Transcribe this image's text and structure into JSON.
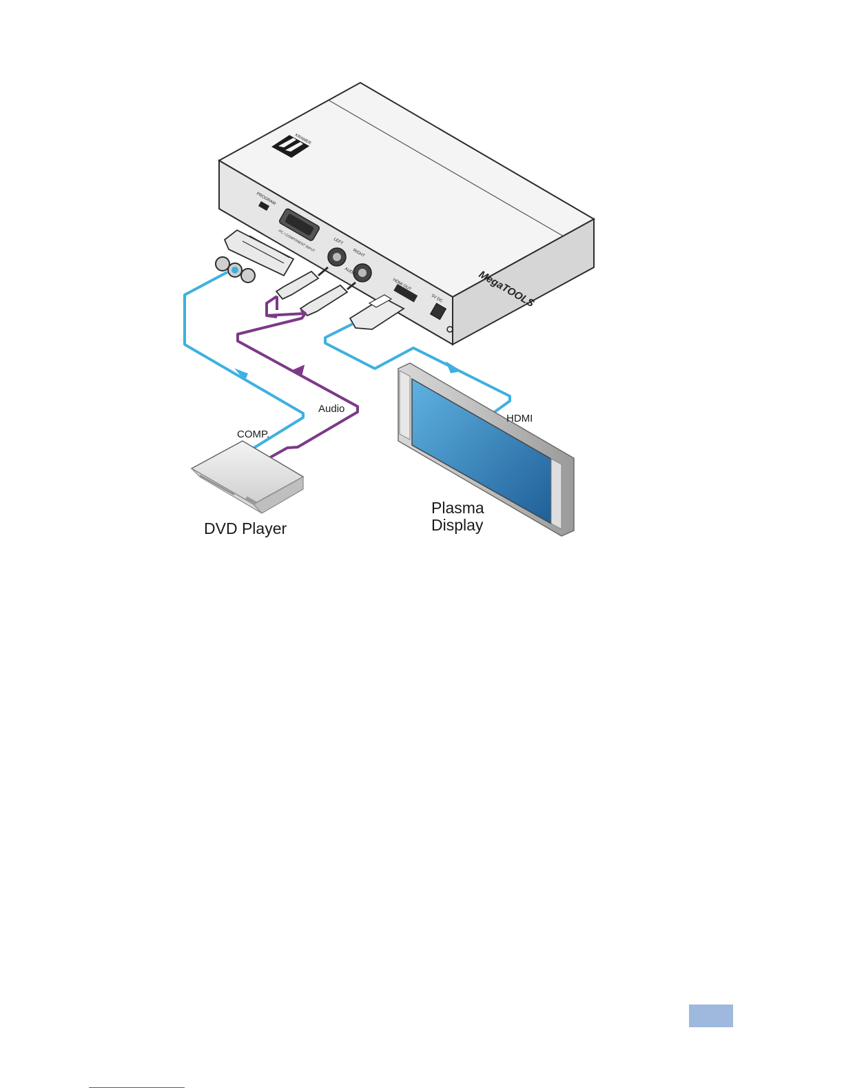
{
  "device": {
    "brand_logo": "KRAMER",
    "product_series": "MegaTOOLS",
    "ports": {
      "program": "PROGRAM",
      "vga_input": "PC / COMPONENT INPUT",
      "audio_left": "LEFT",
      "audio_right": "RIGHT",
      "audio_group": "AUDIO",
      "hdmi_out": "HDMI OUT",
      "power": "5V DC"
    }
  },
  "labels": {
    "comp": "COMP.",
    "audio": "Audio",
    "hdmi": "HDMI",
    "dvd_player": "DVD Player",
    "plasma_line1": "Plasma",
    "plasma_line2": "Display"
  },
  "colors": {
    "component_cable": "#3fb0e0",
    "audio_cable": "#7b3a86",
    "hdmi_cable": "#3fb0e0",
    "device_body": "#f2f2f2",
    "device_outline": "#333333",
    "screen": "#2f7fb8",
    "page_badge": "#9fb9de",
    "footer_rule": "#3a55c9"
  }
}
